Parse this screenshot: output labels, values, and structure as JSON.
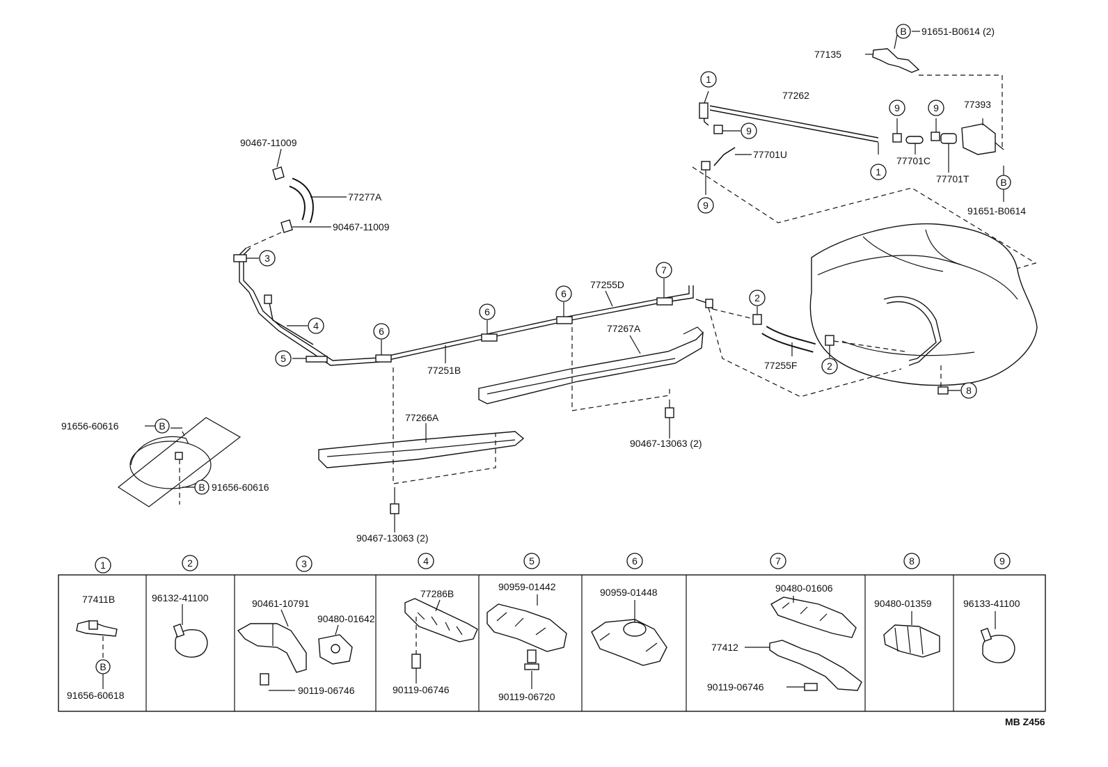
{
  "diagram_code": "MB Z456",
  "callouts": [
    {
      "id": "c1a",
      "num": "1"
    },
    {
      "id": "c1b",
      "num": "1"
    },
    {
      "id": "c9a",
      "num": "9"
    },
    {
      "id": "c9b",
      "num": "9"
    },
    {
      "id": "c9c",
      "num": "9"
    },
    {
      "id": "c9d",
      "num": "9"
    },
    {
      "id": "c3",
      "num": "3"
    },
    {
      "id": "c4",
      "num": "4"
    },
    {
      "id": "c5",
      "num": "5"
    },
    {
      "id": "c6a",
      "num": "6"
    },
    {
      "id": "c6b",
      "num": "6"
    },
    {
      "id": "c6c",
      "num": "6"
    },
    {
      "id": "c7",
      "num": "7"
    },
    {
      "id": "c2a",
      "num": "2"
    },
    {
      "id": "c2b",
      "num": "2"
    },
    {
      "id": "c8",
      "num": "8"
    }
  ],
  "bolt_callouts": [
    {
      "id": "b1",
      "letter": "B"
    },
    {
      "id": "b2",
      "letter": "B"
    },
    {
      "id": "b3",
      "letter": "B"
    },
    {
      "id": "b4",
      "letter": "B"
    },
    {
      "id": "b5",
      "letter": "B"
    }
  ],
  "labels": [
    {
      "id": "l1",
      "text": "91651-B0614 (2)"
    },
    {
      "id": "l2",
      "text": "77135"
    },
    {
      "id": "l3",
      "text": "77262"
    },
    {
      "id": "l4",
      "text": "77393"
    },
    {
      "id": "l5",
      "text": "77701U"
    },
    {
      "id": "l6",
      "text": "77701C"
    },
    {
      "id": "l7",
      "text": "77701T"
    },
    {
      "id": "l8",
      "text": "91651-B0614"
    },
    {
      "id": "l9",
      "text": "90467-11009"
    },
    {
      "id": "l10",
      "text": "77277A"
    },
    {
      "id": "l11",
      "text": "90467-11009"
    },
    {
      "id": "l12",
      "text": "77255D"
    },
    {
      "id": "l13",
      "text": "77267A"
    },
    {
      "id": "l14",
      "text": "77251B"
    },
    {
      "id": "l15",
      "text": "77255F"
    },
    {
      "id": "l16",
      "text": "77266A"
    },
    {
      "id": "l17",
      "text": "90467-13063 (2)"
    },
    {
      "id": "l18",
      "text": "90467-13063 (2)"
    },
    {
      "id": "l19",
      "text": "91656-60616"
    },
    {
      "id": "l20",
      "text": "91656-60616"
    }
  ],
  "table": {
    "columns": [
      {
        "num": "1",
        "parts": [
          "77411B",
          "91656-60618"
        ]
      },
      {
        "num": "2",
        "parts": [
          "96132-41100"
        ]
      },
      {
        "num": "3",
        "parts": [
          "90461-10791",
          "90480-01642",
          "90119-06746"
        ]
      },
      {
        "num": "4",
        "parts": [
          "77286B",
          "90119-06746"
        ]
      },
      {
        "num": "5",
        "parts": [
          "90959-01442",
          "90119-06720"
        ]
      },
      {
        "num": "6",
        "parts": [
          "90959-01448"
        ]
      },
      {
        "num": "7",
        "parts": [
          "90480-01606",
          "77412",
          "90119-06746"
        ]
      },
      {
        "num": "8",
        "parts": [
          "90480-01359"
        ]
      },
      {
        "num": "9",
        "parts": [
          "96133-41100"
        ]
      }
    ]
  }
}
